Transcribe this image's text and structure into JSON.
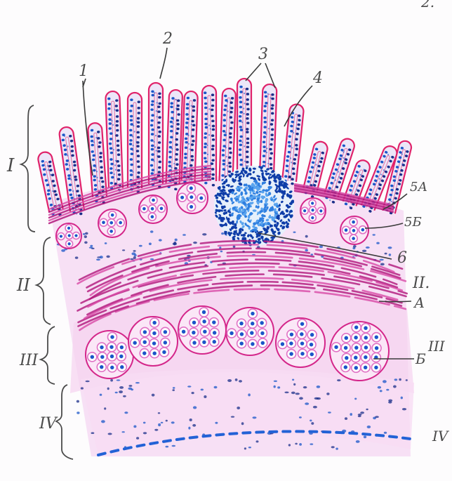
{
  "corner_mark": "2.",
  "layer_labels_left": [
    "I",
    "II",
    "III",
    "IV"
  ],
  "layer_labels_right": [
    "II.",
    "III",
    "IV"
  ],
  "structure_labels": [
    "1",
    "2",
    "3",
    "4",
    "5А",
    "5Б",
    "6",
    "А",
    "Б"
  ],
  "colors": {
    "paper": "#fdfcfd",
    "tissue_pink": "#f3c9ee",
    "tissue_pink_light": "#f8ddf4",
    "villus_outline": "#e0226a",
    "villus_fill": "#ece6f8",
    "nucleus_blue": "#1a55c8",
    "nucleus_dark": "#1b2f8a",
    "muscle_magenta": "#b0157a",
    "muscle_light": "#d84aa6",
    "bundle_ring": "#d4268a",
    "bundle_fill": "#fbe7f7",
    "bundle_cell": "#e070c4",
    "follicle_blue": "#2f7fe0",
    "follicle_dark": "#0f3da8",
    "serosa_blue": "#2262d6"
  }
}
